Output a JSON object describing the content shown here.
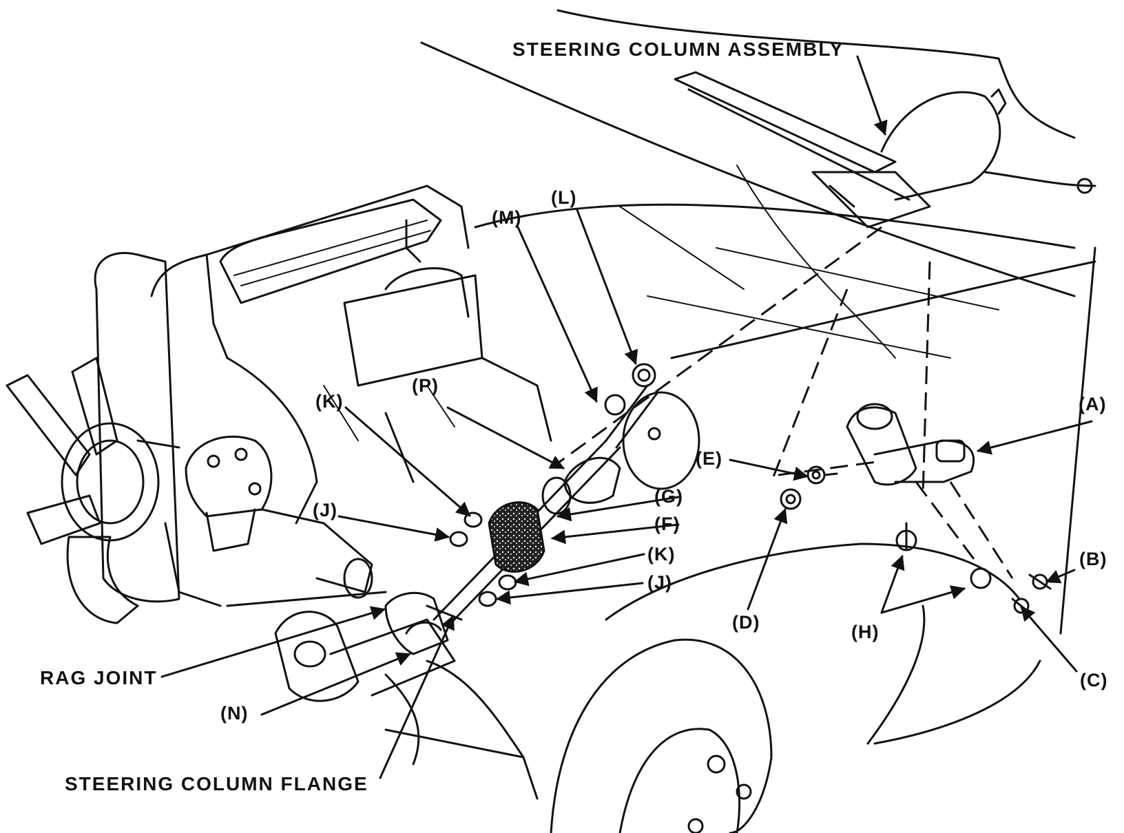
{
  "labels": {
    "steering_column_assembly": "STEERING COLUMN ASSEMBLY",
    "rag_joint": "RAG JOINT",
    "steering_column_flange": "STEERING COLUMN FLANGE",
    "A": "(A)",
    "B": "(B)",
    "C": "(C)",
    "D": "(D)",
    "E": "(E)",
    "F": "(F)",
    "G": "(G)",
    "H": "(H)",
    "J_upper": "(J)",
    "J_lower": "(J)",
    "K_upper": "(K)",
    "K_lower": "(K)",
    "L": "(L)",
    "M": "(M)",
    "N": "(N)",
    "P": "(P)"
  },
  "colors": {
    "ink": "#111111",
    "paper": "#ffffff"
  }
}
